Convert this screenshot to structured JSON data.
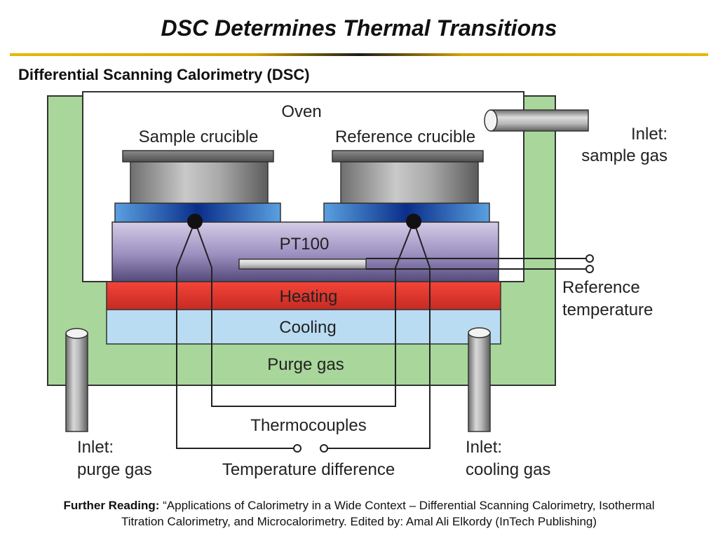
{
  "slide": {
    "title": "DSC Determines Thermal Transitions",
    "subtitle": "Differential Scanning Calorimetry (DSC)"
  },
  "diagram": {
    "oven": "Oven",
    "sample_crucible": "Sample crucible",
    "reference_crucible": "Reference crucible",
    "inlet_sample_gas": [
      "Inlet:",
      "sample gas"
    ],
    "pt100": "PT100",
    "heating": "Heating",
    "cooling": "Cooling",
    "purge_gas": "Purge gas",
    "reference_temperature": [
      "Reference",
      "temperature"
    ],
    "thermocouples": "Thermocouples",
    "temperature_difference": "Temperature difference",
    "inlet_purge_gas": [
      "Inlet:",
      "purge gas"
    ],
    "inlet_cooling_gas": [
      "Inlet:",
      "cooling gas"
    ]
  },
  "footer": {
    "label": "Further Reading:",
    "line1": "“Applications of Calorimetry in a Wide Context – Differential Scanning Calorimetry, Isothermal",
    "line2": "Titration Calorimetry, and Microcalorimetry. Edited by: Amal Ali Elkordy (InTech Publishing)"
  },
  "colors": {
    "housing_green": "#a9d69b",
    "heating_red": "#e53a2e",
    "cooling_blue": "#b9dcf2",
    "pt100_purple": "#9b8fc0",
    "crucible_gray": "#8e8e8e",
    "title_rule_gold": "#d4a400"
  }
}
